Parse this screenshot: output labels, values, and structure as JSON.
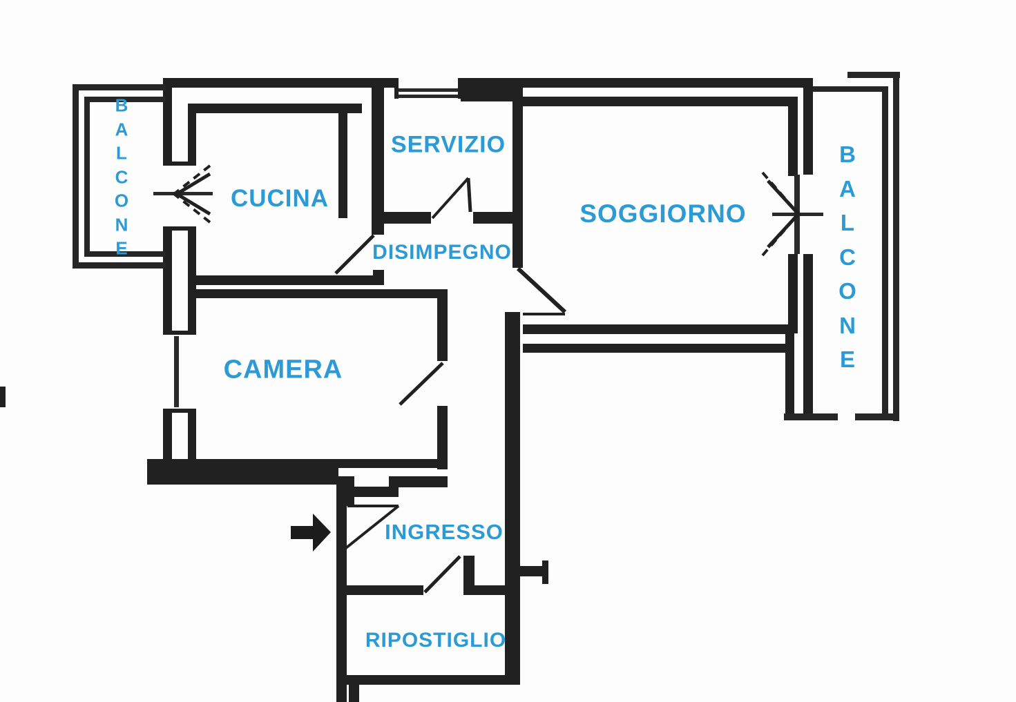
{
  "document": {
    "type": "apartment-floor-plan"
  },
  "colors": {
    "wall_black": "#212121",
    "label_blue": "#2b9ad5",
    "background": "#ffffff"
  },
  "icons": {
    "entrance_arrow": "solid-right-arrow"
  },
  "rooms": {
    "cucina": {
      "label": "CUCINA"
    },
    "servizio": {
      "label": "SERVIZIO"
    },
    "disimpegno": {
      "label": "DISIMPEGNO"
    },
    "soggiorno": {
      "label": "SOGGIORNO"
    },
    "camera": {
      "label": "CAMERA"
    },
    "ingresso": {
      "label": "INGRESSO"
    },
    "ripostiglio": {
      "label": "RIPOSTIGLIO"
    },
    "balcone_left": {
      "label": "BALCONE",
      "letters": [
        "B",
        "A",
        "L",
        "C",
        "O",
        "N",
        "E"
      ]
    },
    "balcone_right": {
      "label": "BALCONE",
      "letters": [
        "B",
        "A",
        "L",
        "C",
        "O",
        "N",
        "E"
      ]
    }
  }
}
